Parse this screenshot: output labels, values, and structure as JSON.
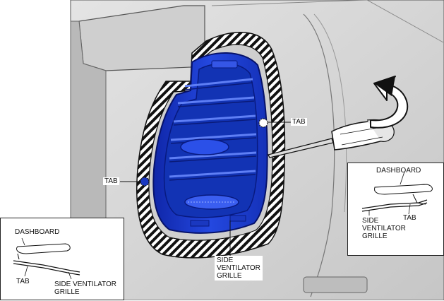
{
  "labels": {
    "tab_upper": "TAB",
    "tab_left": "TAB",
    "center_grille": [
      "SIDE",
      "VENTILATOR",
      "GRILLE"
    ]
  },
  "right_inset": {
    "dashboard": "DASHBOARD",
    "grille": [
      "SIDE",
      "VENTILATOR",
      "GRILLE"
    ],
    "tab": "TAB"
  },
  "left_inset": {
    "dashboard": "DASHBOARD",
    "tab": "TAB",
    "grille": [
      "SIDE VENTILATOR",
      "GRILLE"
    ]
  },
  "colors": {
    "vent_blue": "#1f3fd6",
    "vent_dark": "#0d1f8a",
    "panel_gray": "#d6d6d6",
    "panel_dark": "#9a9a9a"
  }
}
